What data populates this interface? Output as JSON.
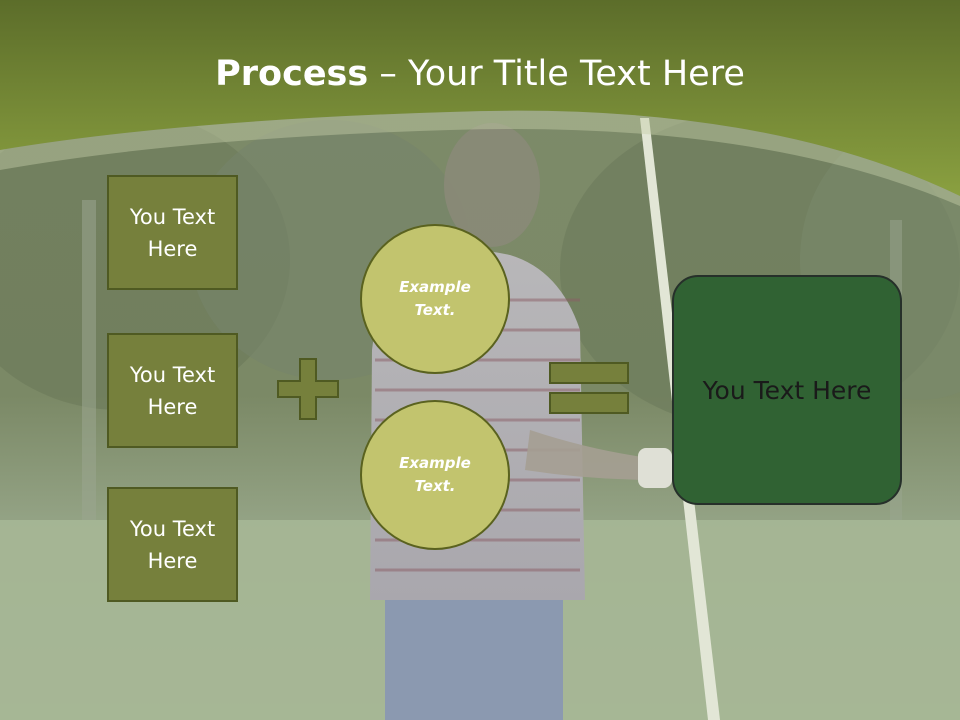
{
  "slide": {
    "title_bold": "Process",
    "title_rest": " – Your Title Text Here",
    "input_boxes": [
      {
        "label": "You Text Here"
      },
      {
        "label": "You Text Here"
      },
      {
        "label": "You Text Here"
      }
    ],
    "circles": [
      {
        "label": "Example Text."
      },
      {
        "label": "Example Text."
      }
    ],
    "result_box": {
      "label": "You Text Here"
    },
    "operators": {
      "plus": "plus-icon",
      "equals": "equals-icon"
    },
    "colors": {
      "header_green": "#7a8e35",
      "box_fill": "#76803c",
      "circle_fill": "#c2c46e",
      "result_fill": "#306233"
    }
  }
}
